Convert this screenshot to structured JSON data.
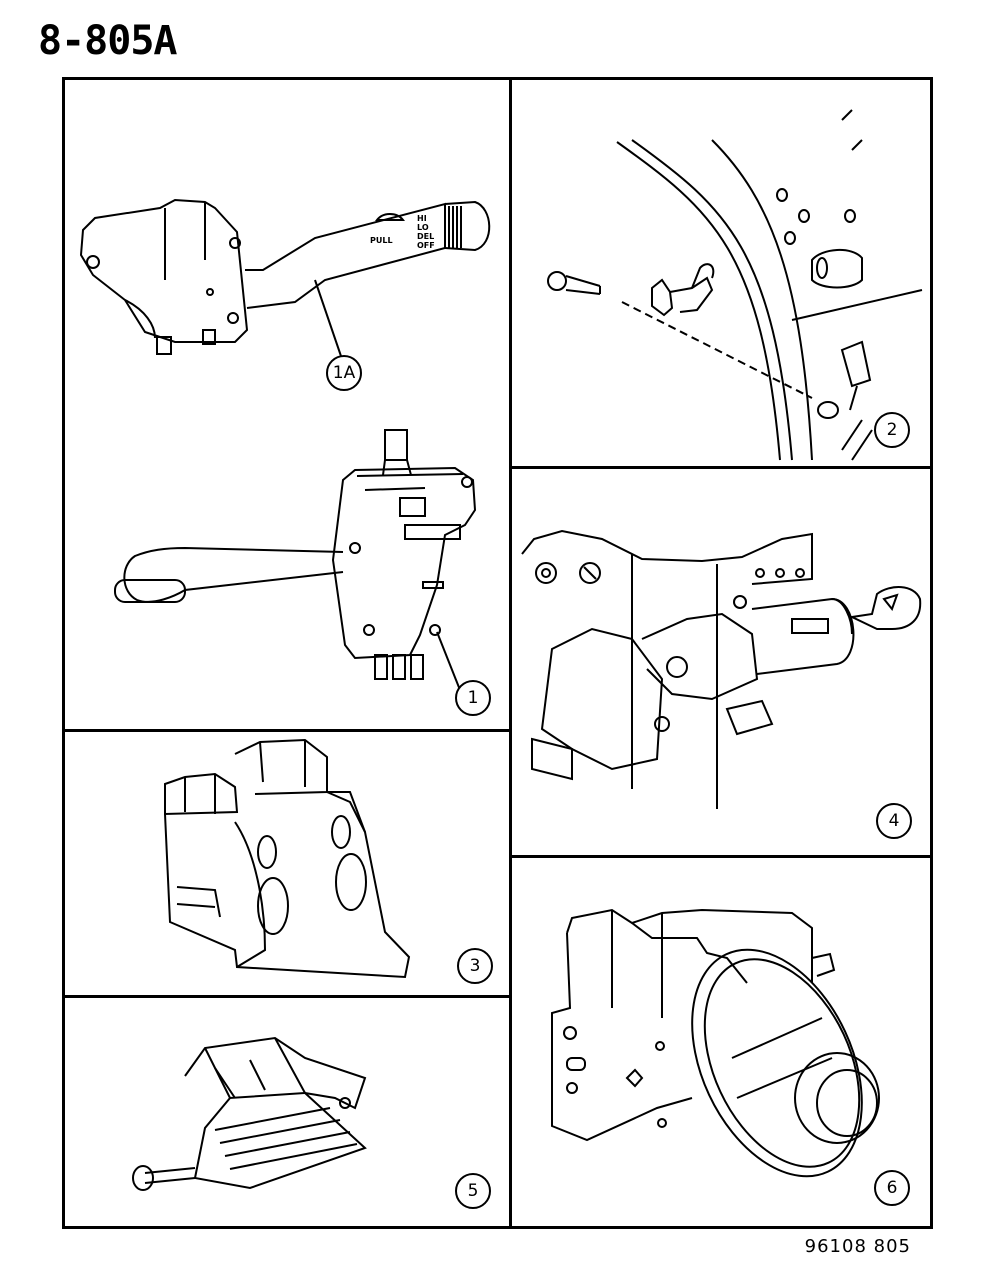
{
  "page": {
    "title": "8-805A",
    "footer_code": "96108  805"
  },
  "callouts": {
    "c1a": "1A",
    "c1": "1",
    "c2": "2",
    "c3": "3",
    "c4": "4",
    "c5": "5",
    "c6": "6"
  },
  "wiper_label": {
    "pull": "PULL",
    "hi": "HI",
    "lo": "LO",
    "del": "DEL",
    "off": "OFF"
  }
}
